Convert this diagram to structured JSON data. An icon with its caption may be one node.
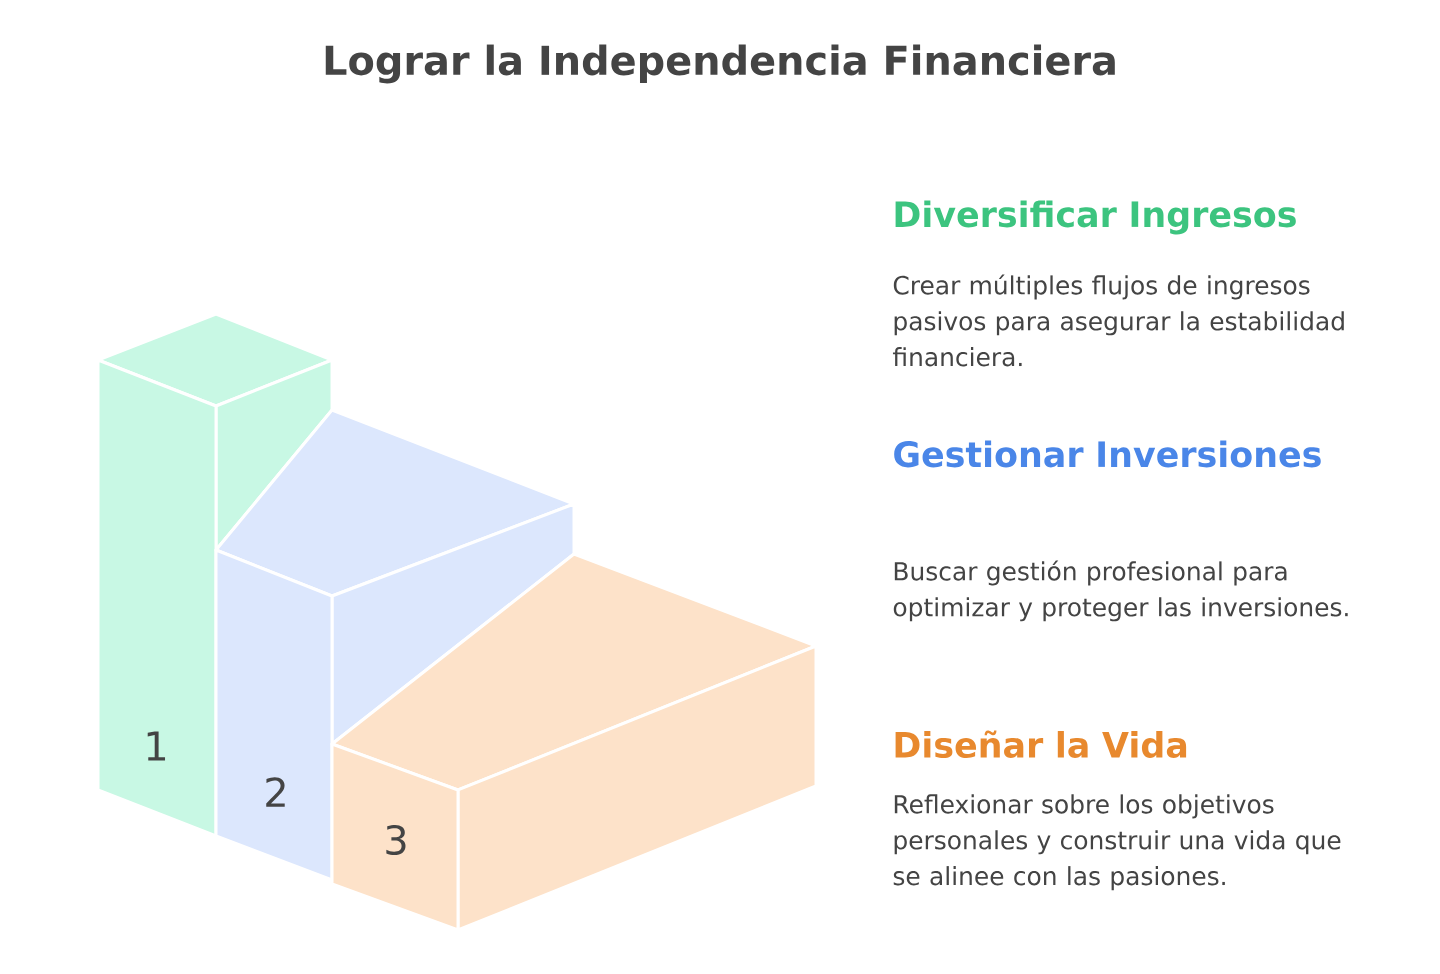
{
  "diagram": {
    "title": "Lograr la Independencia Financiera",
    "nodes": [
      {
        "text": [
          "1"
        ]
      },
      {
        "text": [
          "2"
        ]
      },
      {
        "text": [
          "3"
        ]
      }
    ],
    "labels": [
      "Diversificar Ingresos",
      "Crear múltiples flujos de ingresos pasivos para asegurar la estabilidad financiera.",
      "Gestionar Inversiones",
      "Buscar gestión profesional para optimizar y proteger las inversiones.",
      "Diseñar la Vida",
      "Reflexionar sobre los objetivos personales y construir una vida que se alinee con las pasiones."
    ]
  }
}
